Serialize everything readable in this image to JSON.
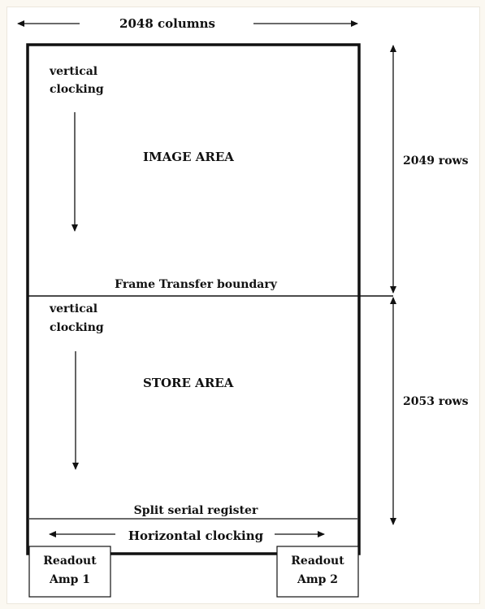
{
  "labels": {
    "columns": "2048 columns",
    "rows_top": "2049 rows",
    "rows_bottom": "2053 rows",
    "image_area": "IMAGE AREA",
    "store_area": "STORE AREA",
    "frame_transfer": "Frame Transfer boundary",
    "split_serial": "Split serial register",
    "horizontal": "Horizontal clocking",
    "vertical_top_line1": "vertical",
    "vertical_top_line2": "clocking",
    "vertical_bottom_line1": "vertical",
    "vertical_bottom_line2": "clocking",
    "amp1_line1": "Readout",
    "amp1_line2": "Amp 1",
    "amp2_line1": "Readout",
    "amp2_line2": "Amp 2"
  },
  "colors": {
    "ink": "#111111",
    "background": "#fbf8f1",
    "panel": "#ffffff"
  }
}
